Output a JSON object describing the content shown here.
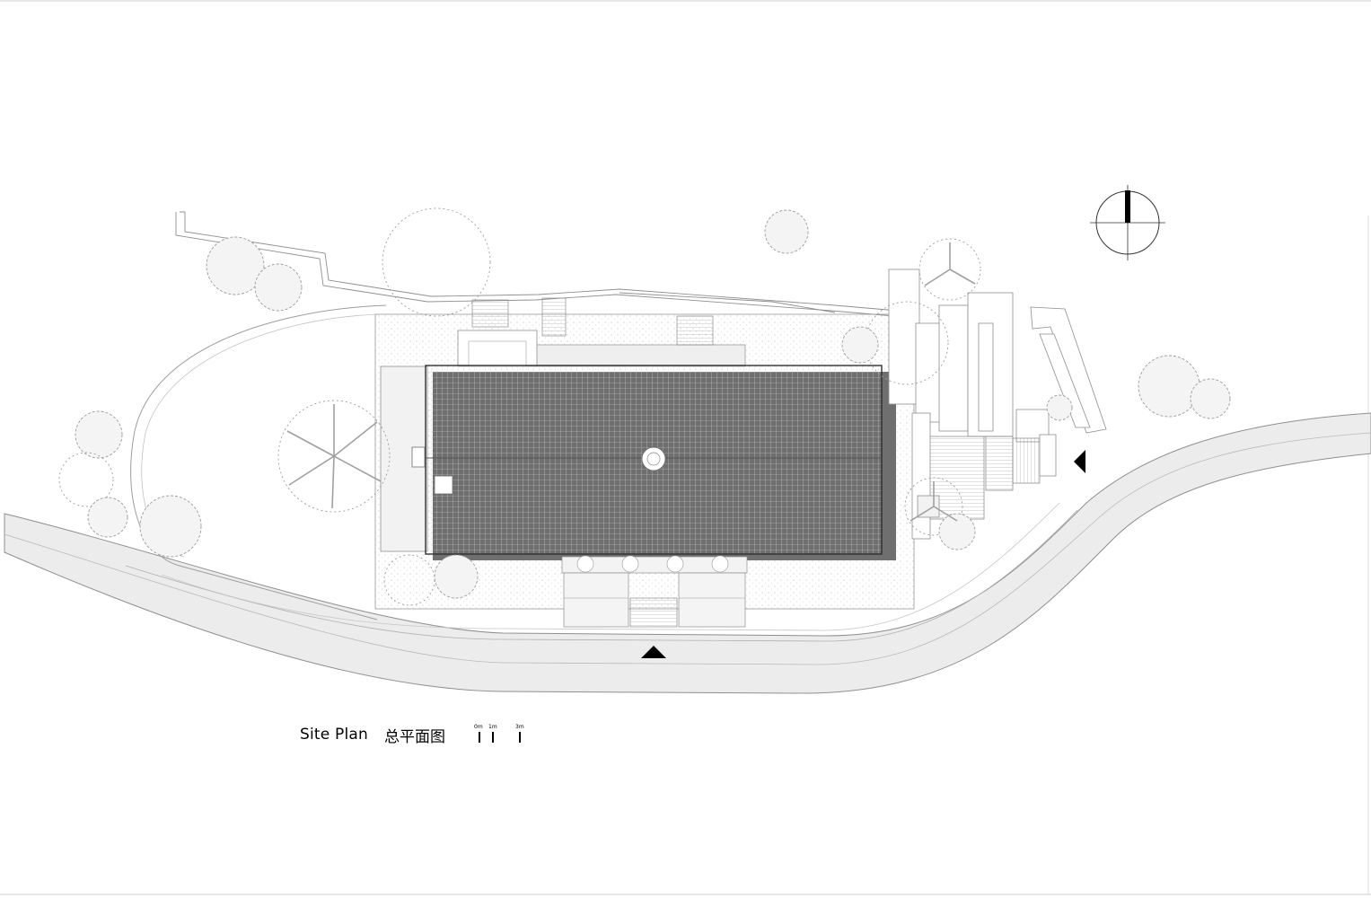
{
  "caption": {
    "title_en": "Site Plan",
    "title_zh": "总平面图"
  },
  "scale_bar": {
    "labels": [
      "0m",
      "1m",
      "3m"
    ]
  },
  "colors": {
    "line": "#8a8a8a",
    "road_fill": "#e9e9e9",
    "hatch": "#b5b5b5",
    "tree": "#9a9a9a",
    "marker": "#000000"
  },
  "icons": {
    "north_arrow": "north-arrow-icon",
    "entrance_markers": [
      "entrance-arrow-icon",
      "entrance-arrow-icon"
    ]
  }
}
